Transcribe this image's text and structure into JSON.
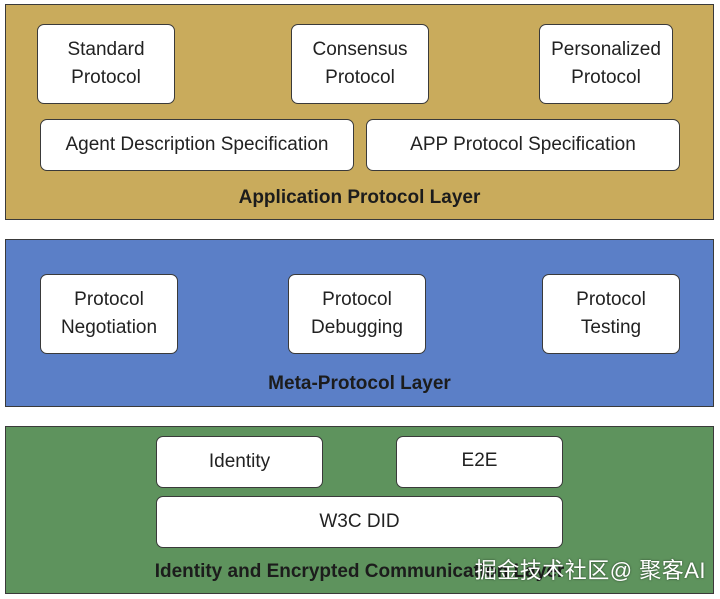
{
  "colors": {
    "application_layer": "#c9ab5c",
    "meta_protocol_layer": "#5b7fc7",
    "identity_layer": "#5e935d",
    "box_fill": "#ffffff",
    "border": "#3a3a3a"
  },
  "application_layer": {
    "title": "Application Protocol Layer",
    "standard_protocol": "Standard\nProtocol",
    "consensus_protocol": "Consensus\nProtocol",
    "personalized_protocol": "Personalized\nProtocol",
    "agent_description_spec": "Agent Description Specification",
    "app_protocol_spec": "APP Protocol  Specification"
  },
  "meta_protocol_layer": {
    "title": "Meta-Protocol Layer",
    "negotiation": "Protocol\nNegotiation",
    "debugging": "Protocol\nDebugging",
    "testing": "Protocol\nTesting"
  },
  "identity_layer": {
    "title": "Identity and Encrypted Communication Layer",
    "identity": "Identity",
    "e2e": "E2E",
    "w3c_did": "W3C DID"
  },
  "watermark": "掘金技术社区@ 聚客AI"
}
